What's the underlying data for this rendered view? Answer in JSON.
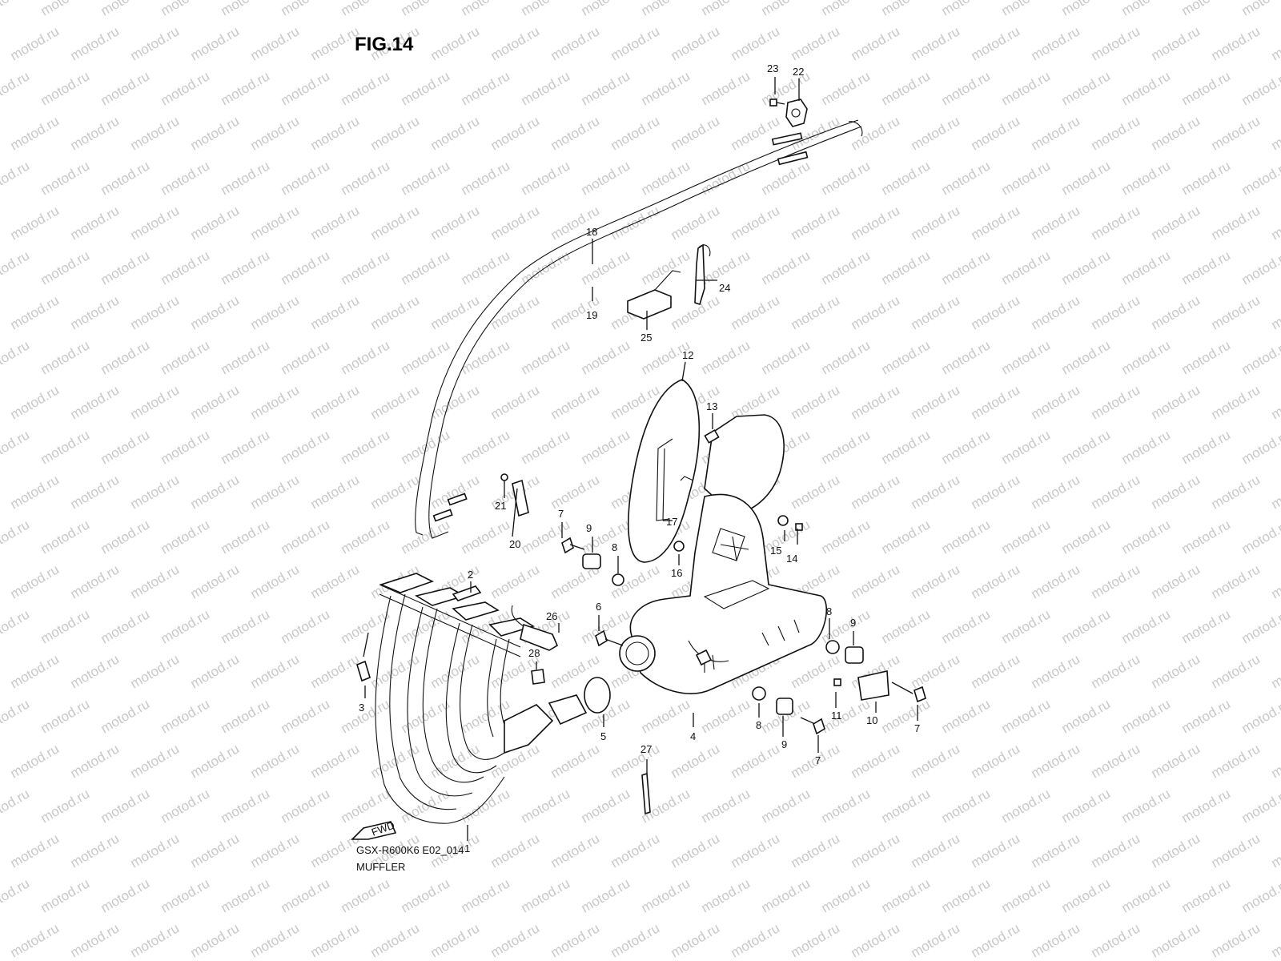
{
  "figure": {
    "title": "FIG.14",
    "model_code": "GSX-R600K6 E02_014",
    "section_name": "MUFFLER",
    "watermark": "motod.ru",
    "fwd_label": "FWD"
  },
  "callouts": [
    {
      "id": "c1",
      "label": "1"
    },
    {
      "id": "c2",
      "label": "2"
    },
    {
      "id": "c3",
      "label": "3"
    },
    {
      "id": "c4",
      "label": "4"
    },
    {
      "id": "c5",
      "label": "5"
    },
    {
      "id": "c6",
      "label": "6"
    },
    {
      "id": "c7a",
      "label": "7"
    },
    {
      "id": "c7b",
      "label": "7"
    },
    {
      "id": "c7c",
      "label": "7"
    },
    {
      "id": "c8a",
      "label": "8"
    },
    {
      "id": "c8b",
      "label": "8"
    },
    {
      "id": "c8c",
      "label": "8"
    },
    {
      "id": "c9a",
      "label": "9"
    },
    {
      "id": "c9b",
      "label": "9"
    },
    {
      "id": "c9c",
      "label": "9"
    },
    {
      "id": "c10",
      "label": "10"
    },
    {
      "id": "c11",
      "label": "11"
    },
    {
      "id": "c12",
      "label": "12"
    },
    {
      "id": "c13",
      "label": "13"
    },
    {
      "id": "c14",
      "label": "14"
    },
    {
      "id": "c15",
      "label": "15"
    },
    {
      "id": "c16",
      "label": "16"
    },
    {
      "id": "c17",
      "label": "17"
    },
    {
      "id": "c18",
      "label": "18"
    },
    {
      "id": "c19",
      "label": "19"
    },
    {
      "id": "c20",
      "label": "20"
    },
    {
      "id": "c21",
      "label": "21"
    },
    {
      "id": "c22",
      "label": "22"
    },
    {
      "id": "c23",
      "label": "23"
    },
    {
      "id": "c24",
      "label": "24"
    },
    {
      "id": "c25",
      "label": "25"
    },
    {
      "id": "c26",
      "label": "26"
    },
    {
      "id": "c27",
      "label": "27"
    },
    {
      "id": "c28",
      "label": "28"
    }
  ]
}
